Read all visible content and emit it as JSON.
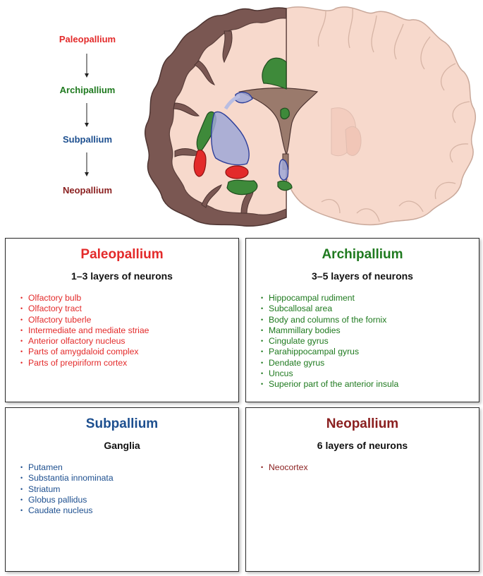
{
  "sequence": {
    "items": [
      "Paleopallium",
      "Archipallium",
      "Subpallium",
      "Neopallium"
    ]
  },
  "colors": {
    "paleopallium": "#e32a2a",
    "archipallium": "#1f7a1f",
    "subpallium": "#1d4f8f",
    "neopallium": "#8a1f1f"
  },
  "panels": {
    "paleopallium": {
      "title": "Paleopallium",
      "subtitle": "1–3 layers of neurons",
      "items": [
        "Olfactory bulb",
        "Olfactory tract",
        "Olfactory tuberle",
        "Intermediate and mediate striae",
        "Anterior olfactory nucleus",
        "Parts of amygdaloid complex",
        "Parts of prepiriform cortex"
      ]
    },
    "archipallium": {
      "title": "Archipallium",
      "subtitle": "3–5 layers of neurons",
      "items": [
        "Hippocampal rudiment",
        "Subcallosal area",
        "Body and columns of the fornix",
        "Mammillary bodies",
        "Cingulate gyrus",
        "Parahippocampal gyrus",
        "Dendate gyrus",
        "Uncus",
        "Superior part of the anterior insula"
      ]
    },
    "subpallium": {
      "title": "Subpallium",
      "subtitle": "Ganglia",
      "items": [
        "Putamen",
        "Substantia innominata",
        "Striatum",
        "Globus pallidus",
        "Caudate nucleus"
      ]
    },
    "neopallium": {
      "title": "Neopallium",
      "subtitle": "6 layers of neurons",
      "items": [
        "Neocortex"
      ]
    }
  }
}
